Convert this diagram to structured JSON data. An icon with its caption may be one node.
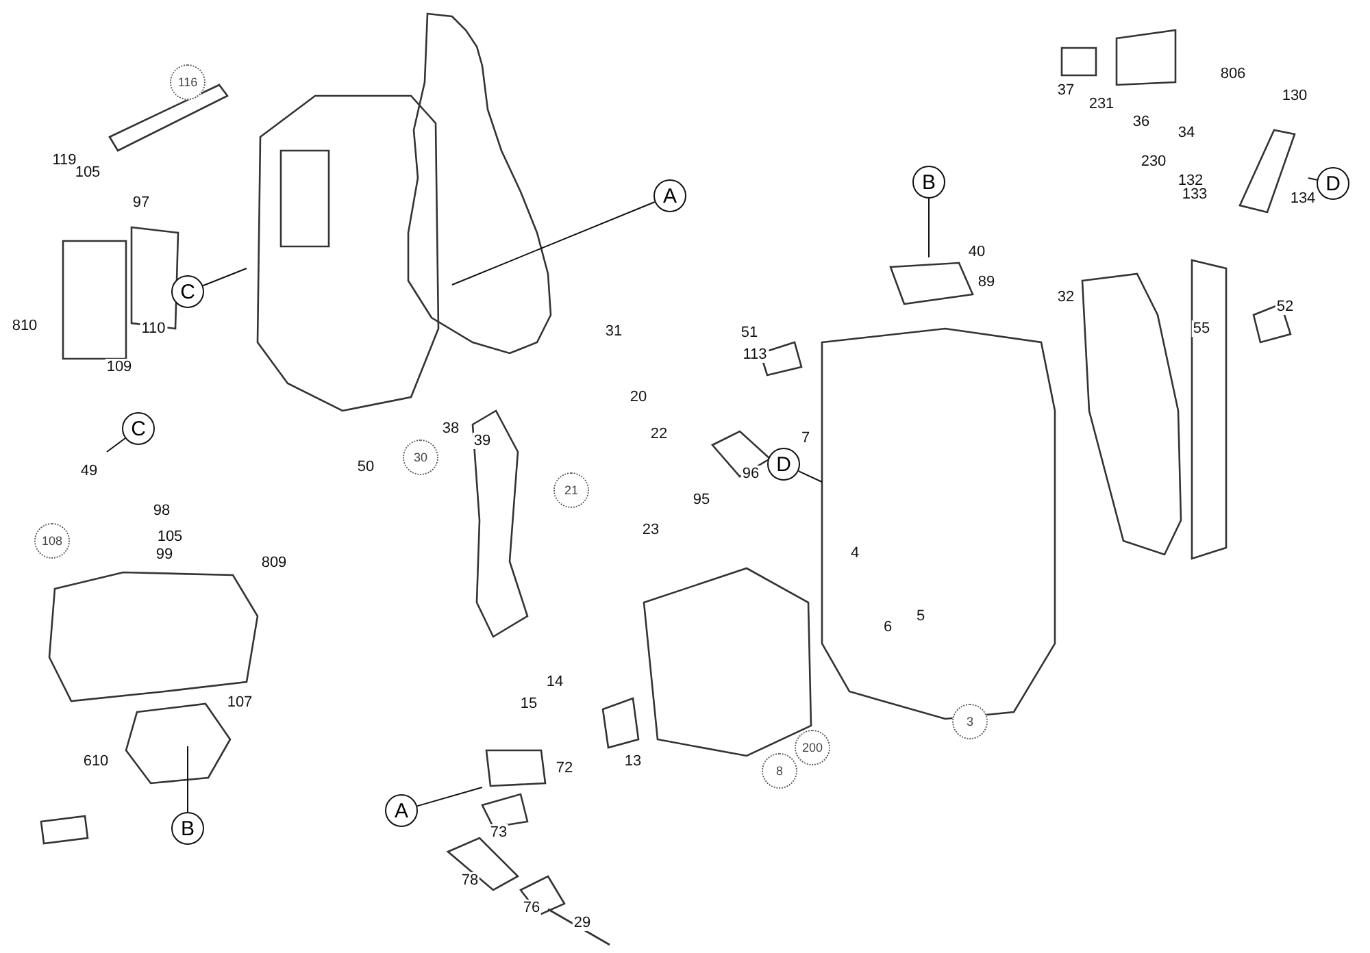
{
  "diagram": {
    "nodes": [
      {
        "text": [
          "116"
        ]
      },
      {
        "text": [
          "C"
        ]
      },
      {
        "text": [
          "A"
        ]
      },
      {
        "text": [
          "B"
        ]
      },
      {
        "text": [
          "D"
        ]
      },
      {
        "text": [
          "C"
        ]
      },
      {
        "text": [
          "30"
        ]
      },
      {
        "text": [
          "21"
        ]
      },
      {
        "text": [
          "D"
        ]
      },
      {
        "text": [
          "108"
        ]
      },
      {
        "text": [
          "3"
        ]
      },
      {
        "text": [
          "200"
        ]
      },
      {
        "text": [
          "8"
        ]
      },
      {
        "text": [
          "A"
        ]
      },
      {
        "text": [
          "B"
        ]
      }
    ],
    "edges": [
      {
        "from": 1,
        "to": null,
        "arrow": "none"
      },
      {
        "from": 2,
        "to": null,
        "arrow": "none"
      },
      {
        "from": 3,
        "to": null,
        "arrow": "none"
      },
      {
        "from": 4,
        "to": null,
        "arrow": "none"
      },
      {
        "from": 5,
        "to": null,
        "arrow": "none"
      },
      {
        "from": 8,
        "to": null,
        "arrow": "none"
      },
      {
        "from": 13,
        "to": null,
        "arrow": "none"
      },
      {
        "from": 14,
        "to": null,
        "arrow": "none"
      }
    ],
    "labels": [
      "806",
      "37",
      "130",
      "231",
      "36",
      "34",
      "119",
      "105",
      "230",
      "132",
      "133",
      "134",
      "97",
      "40",
      "89",
      "32",
      "52",
      "810",
      "110",
      "55",
      "31",
      "51",
      "109",
      "113",
      "20",
      "38",
      "22",
      "39",
      "7",
      "50",
      "49",
      "96",
      "95",
      "98",
      "23",
      "105",
      "4",
      "99",
      "809",
      "5",
      "6",
      "14",
      "107",
      "15",
      "13",
      "610",
      "72",
      "73",
      "78",
      "76",
      "29"
    ]
  }
}
